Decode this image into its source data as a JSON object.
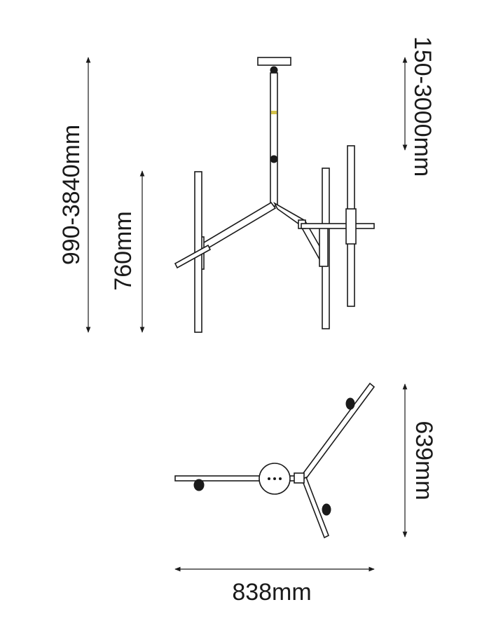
{
  "dimensions": {
    "total_height": "990-3840mm",
    "cable_length": "150-3000mm",
    "body_height": "760mm",
    "depth": "639mm",
    "width": "838mm"
  },
  "colors": {
    "ink": "#1a1a1a",
    "accent": "#d4c24a"
  }
}
